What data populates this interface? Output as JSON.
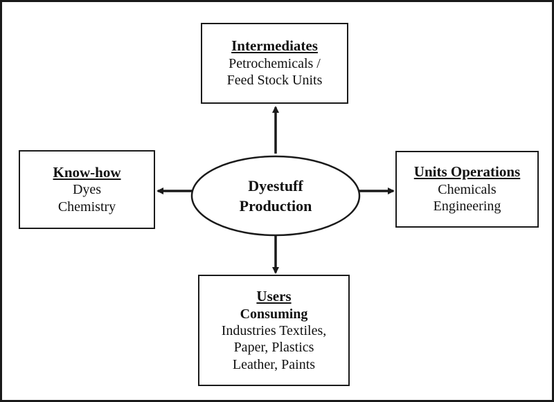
{
  "center": {
    "line1": "Dyestuff",
    "line2": "Production"
  },
  "nodes": {
    "top": {
      "title": "Intermediates",
      "lines": [
        "Petrochemicals /",
        "Feed Stock Units"
      ]
    },
    "left": {
      "title": "Know-how",
      "lines": [
        "Dyes",
        "Chemistry"
      ]
    },
    "right": {
      "title": "Units Operations",
      "lines": [
        "Chemicals",
        "Engineering"
      ]
    },
    "bottom": {
      "title": "Users",
      "lines": [
        "Consuming",
        "Industries Textiles,",
        "Paper, Plastics",
        "Leather, Paints"
      ]
    }
  },
  "colors": {
    "stroke": "#1a1a1a",
    "text": "#111111",
    "background": "#ffffff"
  }
}
